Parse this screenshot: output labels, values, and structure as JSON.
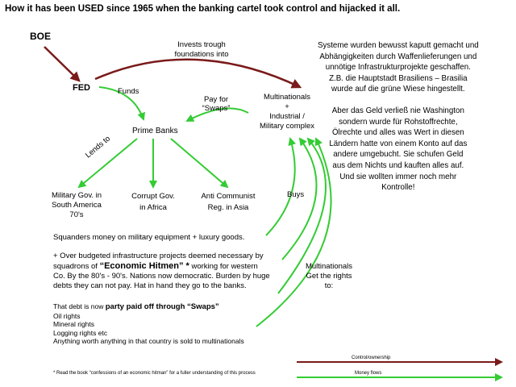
{
  "title": "How it has been USED since 1965 when the banking cartel took control and hijacked it all.",
  "nodes": {
    "boe": "BOE",
    "fed": "FED",
    "prime_banks": "Prime Banks",
    "multinationals": [
      "Multinationals",
      "+",
      "Industrial /",
      "Military complex"
    ],
    "military_gov": [
      "Military Gov. in",
      "South America",
      "70's"
    ],
    "corrupt_gov": [
      "Corrupt Gov.",
      "in Africa"
    ],
    "anti_communist": [
      "Anti Communist",
      "Reg. in Asia"
    ]
  },
  "edge_labels": {
    "invests": [
      "Invests trough",
      "foundations into"
    ],
    "funds": "Funds",
    "pay_for_swaps": [
      "Pay for",
      "“Swaps”"
    ],
    "lends_to": "Lends to",
    "buys": "Buys",
    "rights": [
      "Multinationals",
      "Get the rights",
      "to:"
    ]
  },
  "squanders": "Squanders money on military equipment + luxury goods.",
  "hitmen": {
    "l1": "+ Over budgeted infrastructure projects deemed necessary by",
    "l2_pre": "squadrons of ",
    "l2_bold": "“Economic Hitmen” *",
    "l2_post": " working for western",
    "l3": "Co. By the 80's - 90's. Nations now democratic. Burden by huge",
    "l4": "debts they can not pay. Hat in hand they go to the banks."
  },
  "debt": {
    "pre": "That debt is now ",
    "bold": "party paid off through “Swaps”",
    "items": [
      "Oil rights",
      "Mineral rights",
      "Logging rights etc",
      "Anything worth anything in that country is sold to multinationals"
    ]
  },
  "german": [
    "Systeme wurden bewusst kaputt gemacht und",
    "Abhängigkeiten durch Waffenlieferungen und",
    "unnötige Infrastrukturprojekte geschaffen.",
    "Z.B. die Hauptstadt Brasiliens – Brasilia",
    "wurde auf die grüne Wiese hingestellt.",
    "",
    "Aber das Geld verließ nie Washington",
    "sondern wurde für Rohstoffrechte,",
    "Ölrechte und alles was Wert in diesen",
    "Ländern hatte von einem Konto auf das",
    "andere umgebucht. Sie schufen Geld",
    "aus dem Nichts und kauften alles auf.",
    "Und sie wollten immer noch mehr",
    "Kontrolle!"
  ],
  "footnote": "* Read the book “confessions of an economic hitman” for a fuller understanding of this process",
  "legend": {
    "control": "Control/ownership",
    "money": "Money flows"
  },
  "colors": {
    "control": "#7a1a1a",
    "money": "#33cc33"
  }
}
